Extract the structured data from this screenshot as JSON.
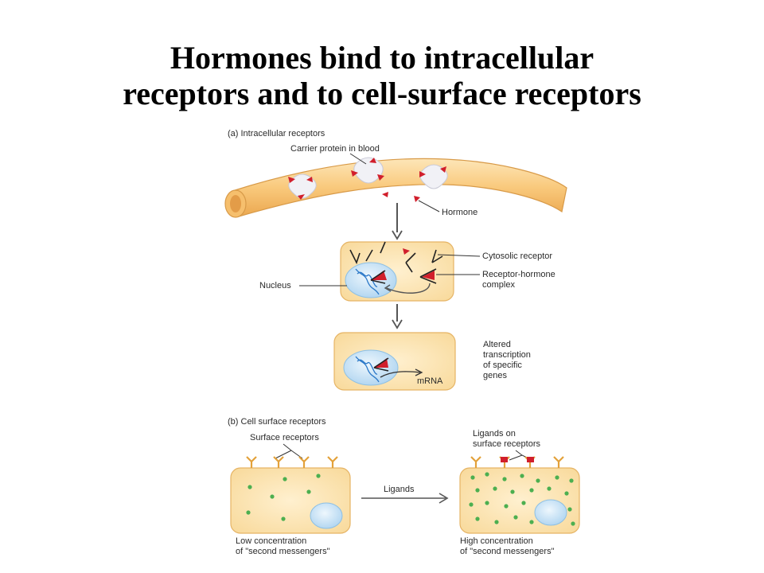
{
  "slide": {
    "title_line1": "Hormones bind to intracellular",
    "title_line2": "receptors and to cell-surface receptors"
  },
  "panel_a": {
    "heading": "(a) Intracellular receptors",
    "carrier_label": "Carrier protein in blood",
    "hormone_label": "Hormone",
    "cytosolic_label": "Cytosolic receptor",
    "complex_label_1": "Receptor-hormone",
    "complex_label_2": "complex",
    "nucleus_label": "Nucleus",
    "altered_1": "Altered",
    "altered_2": "transcription",
    "altered_3": "of specific",
    "altered_4": "genes",
    "mrna_label": "mRNA"
  },
  "panel_b": {
    "heading": "(b) Cell surface receptors",
    "surface_label": "Surface receptors",
    "ligands_on_1": "Ligands on",
    "ligands_on_2": "surface receptors",
    "arrow_label": "Ligands",
    "low_1": "Low concentration",
    "low_2": "of \"second messengers\"",
    "high_1": "High concentration",
    "high_2": "of \"second messengers\""
  },
  "colors": {
    "cell_fill": "#fbe3b0",
    "cell_stroke": "#e8b860",
    "vessel_fill": "#f8c878",
    "nucleus_fill": "#cfe6f7",
    "hormone": "#d11f2c",
    "messenger": "#4caf50",
    "dna": "#2a78c8"
  }
}
